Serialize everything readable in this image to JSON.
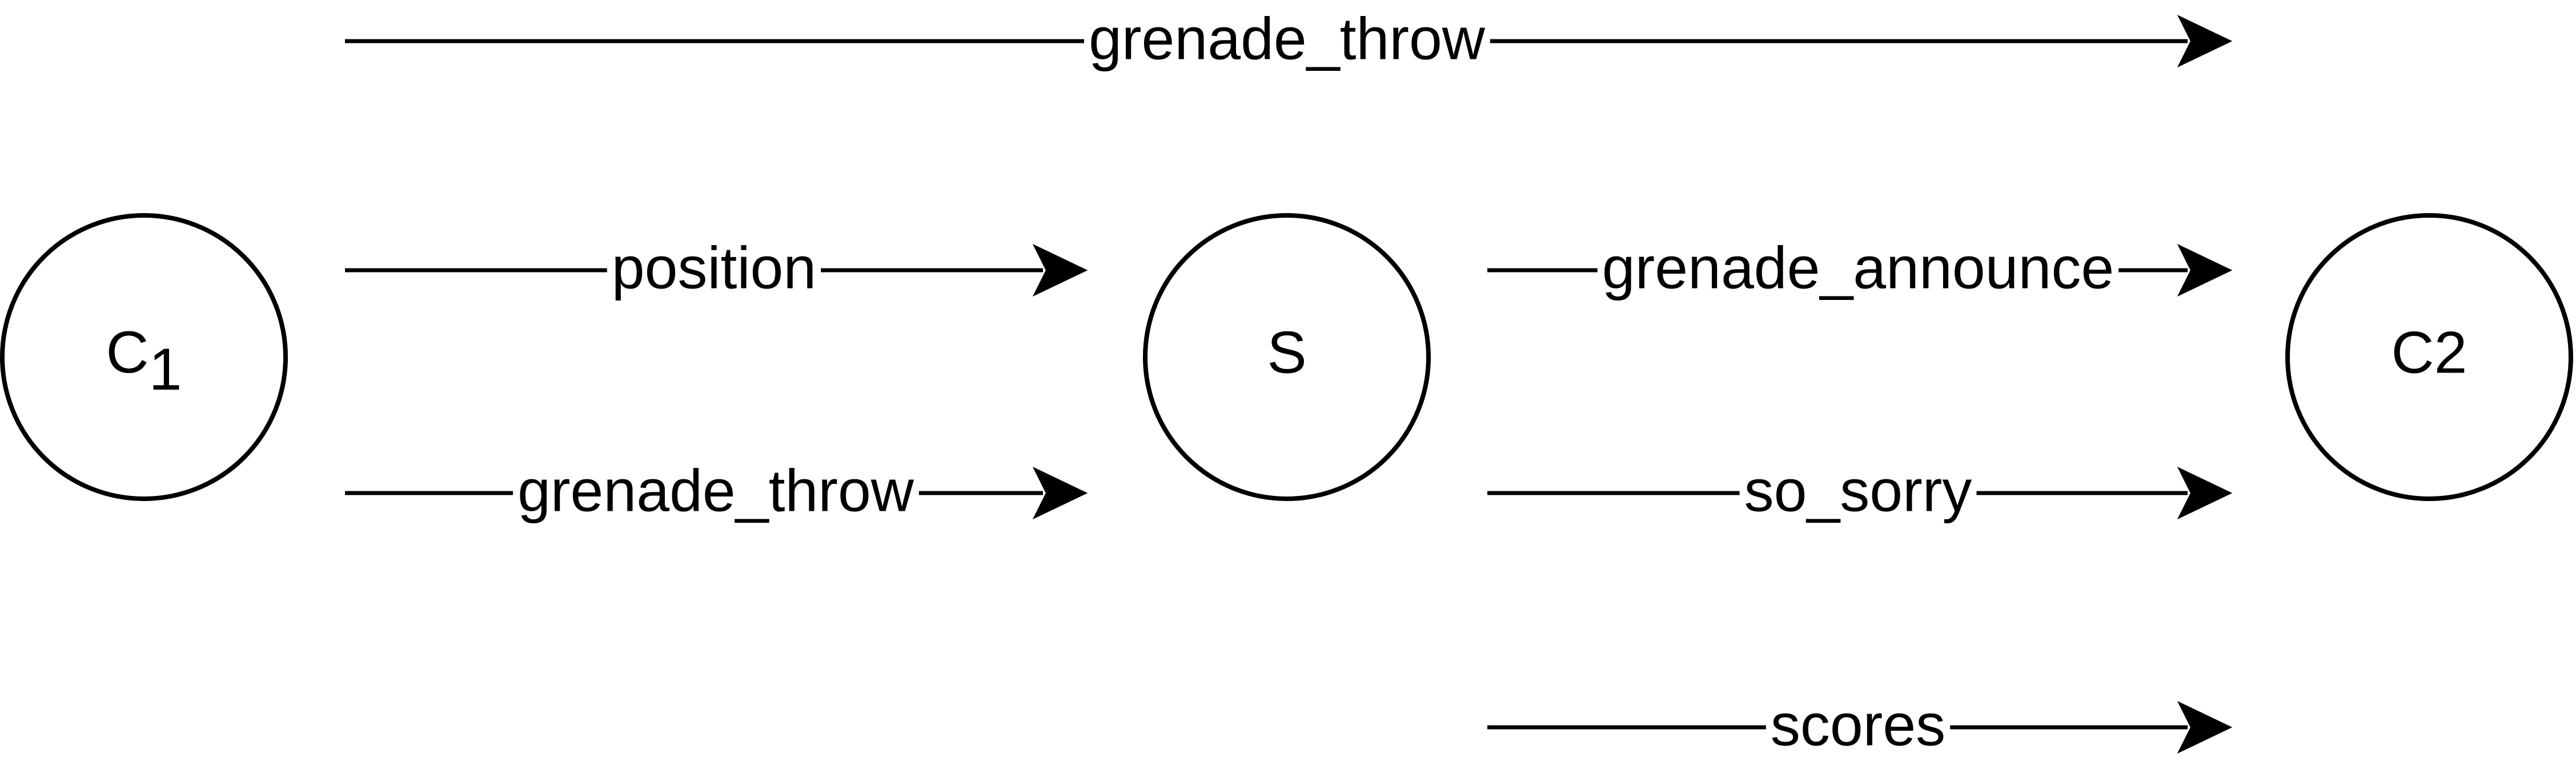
{
  "nodes": {
    "c1": {
      "label": "C",
      "subscript": "1"
    },
    "s": {
      "label": "S"
    },
    "c2": {
      "label": "C2"
    }
  },
  "edges": [
    {
      "id": "c1-c2-grenade-throw",
      "label": "grenade_throw"
    },
    {
      "id": "c1-s-position",
      "label": "position"
    },
    {
      "id": "c1-s-grenade-throw",
      "label": "grenade_throw"
    },
    {
      "id": "s-c2-grenade-announce",
      "label": "grenade_announce"
    },
    {
      "id": "s-c2-so-sorry",
      "label": "so_sorry"
    },
    {
      "id": "s-c2-scores",
      "label": "scores"
    }
  ]
}
